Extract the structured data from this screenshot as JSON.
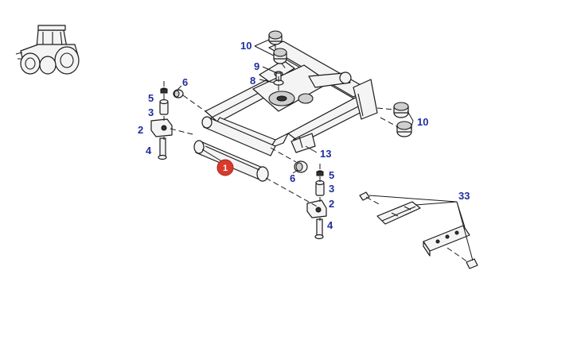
{
  "colors": {
    "label": "#1f2f9e",
    "callout": "#d93a2b",
    "line": "#1a1a1a"
  },
  "labels": {
    "part_10_top": "10",
    "part_9": "9",
    "part_8": "8",
    "part_6_top": "6",
    "part_5_left": "5",
    "part_3_left": "3",
    "part_2_left": "2",
    "part_4_left": "4",
    "part_10_right": "10",
    "part_13": "13",
    "part_6_bottom": "6",
    "part_5_right": "5",
    "part_3_right": "3",
    "part_2_right": "2",
    "part_4_right": "4",
    "part_33": "33",
    "callout_1": "1"
  },
  "icons": {
    "tractor": "tractor-icon"
  }
}
